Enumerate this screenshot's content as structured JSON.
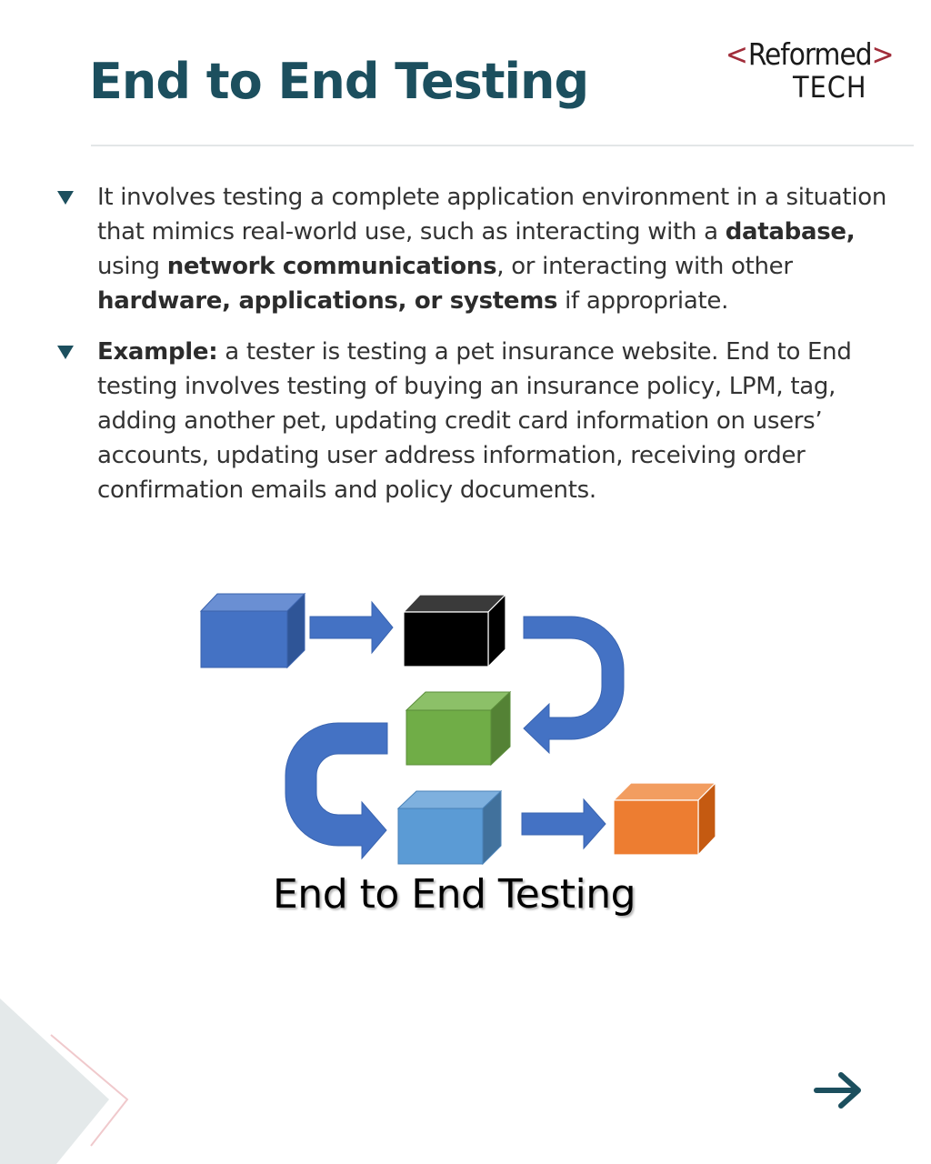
{
  "header": {
    "title": "End to End Testing",
    "logo": {
      "open_bracket": "<",
      "word": "Reformed",
      "close_bracket": ">",
      "subword": "TECH"
    }
  },
  "bullets": [
    {
      "segments": [
        {
          "text": "It involves testing a complete application environment in a situation that mimics real-world use, such as interacting with a ",
          "bold": false
        },
        {
          "text": "database,",
          "bold": true
        },
        {
          "text": " using ",
          "bold": false
        },
        {
          "text": "network communications",
          "bold": true
        },
        {
          "text": ", or interacting with other ",
          "bold": false
        },
        {
          "text": "hardware, applications, or systems",
          "bold": true
        },
        {
          "text": " if appropriate.",
          "bold": false
        }
      ]
    },
    {
      "segments": [
        {
          "text": "Example:",
          "bold": true
        },
        {
          "text": " a tester is testing a pet insurance website. End to End testing involves testing of buying an insurance policy, LPM, tag, adding another pet, updating credit card information on users’ accounts, updating user address information, receiving order confirmation emails and policy documents.",
          "bold": false
        }
      ]
    }
  ],
  "diagram": {
    "caption": "End to End Testing",
    "boxes": [
      {
        "name": "box-blue-start",
        "color": "#4472c4"
      },
      {
        "name": "box-black",
        "color": "#000000"
      },
      {
        "name": "box-green",
        "color": "#70ad47"
      },
      {
        "name": "box-light-blue",
        "color": "#5b9bd5"
      },
      {
        "name": "box-orange",
        "color": "#ed7d31"
      }
    ],
    "arrow_color": "#4472c4"
  },
  "colors": {
    "title": "#1c4f5e",
    "body_text": "#333333",
    "logo_bracket": "#a12d3a",
    "next_arrow": "#1c4f5e",
    "divider": "#e3e6e7"
  },
  "icons": {
    "bullet": "triangle-down-icon",
    "next": "arrow-right-icon",
    "corner": "chevron-decoration-icon"
  }
}
